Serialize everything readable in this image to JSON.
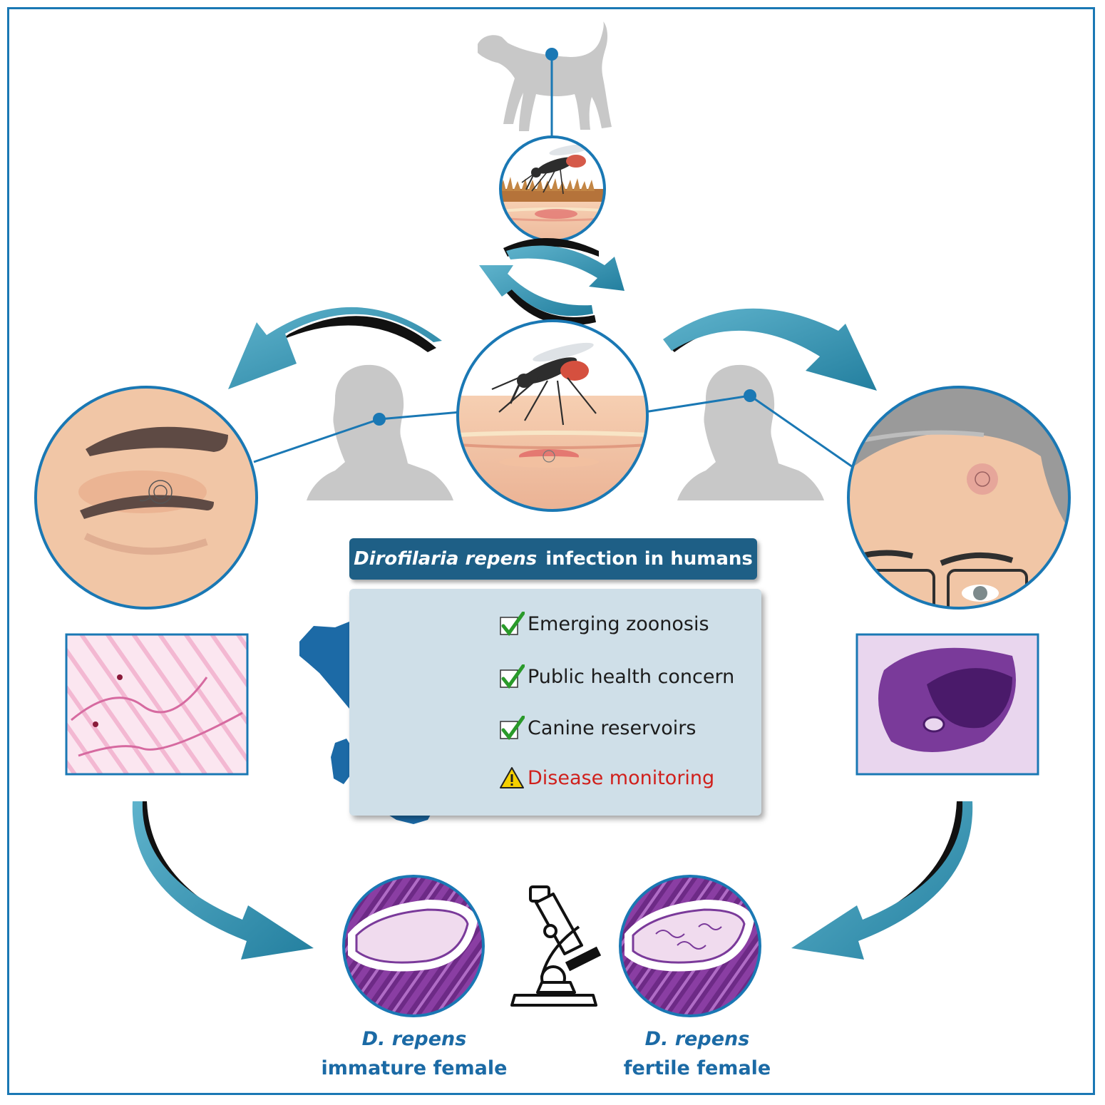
{
  "title": {
    "italic": "Dirofilaria repens",
    "rest": "infection in humans"
  },
  "checklist": [
    {
      "text": "Emerging zoonosis",
      "icon": "check-icon"
    },
    {
      "text": "Public health concern",
      "icon": "check-icon"
    },
    {
      "text": "Canine reservoirs",
      "icon": "check-icon"
    },
    {
      "text": "Disease monitoring",
      "icon": "warning-icon"
    }
  ],
  "captions": {
    "left": {
      "italic": "D. repens",
      "plain": "immature female"
    },
    "right": {
      "italic": "D. repens",
      "plain": "fertile female"
    }
  },
  "colors": {
    "frame": "#1a78b4",
    "arrow": "#3a97b4",
    "title_bar": "#1e5f86",
    "panel": "#cfdfe8",
    "italy_map": "#1c6aa6",
    "check": "#2a9a2a",
    "warning_text": "#d0201c",
    "silhouette": "#c8c8c8",
    "histology": "#7a2c8c"
  }
}
